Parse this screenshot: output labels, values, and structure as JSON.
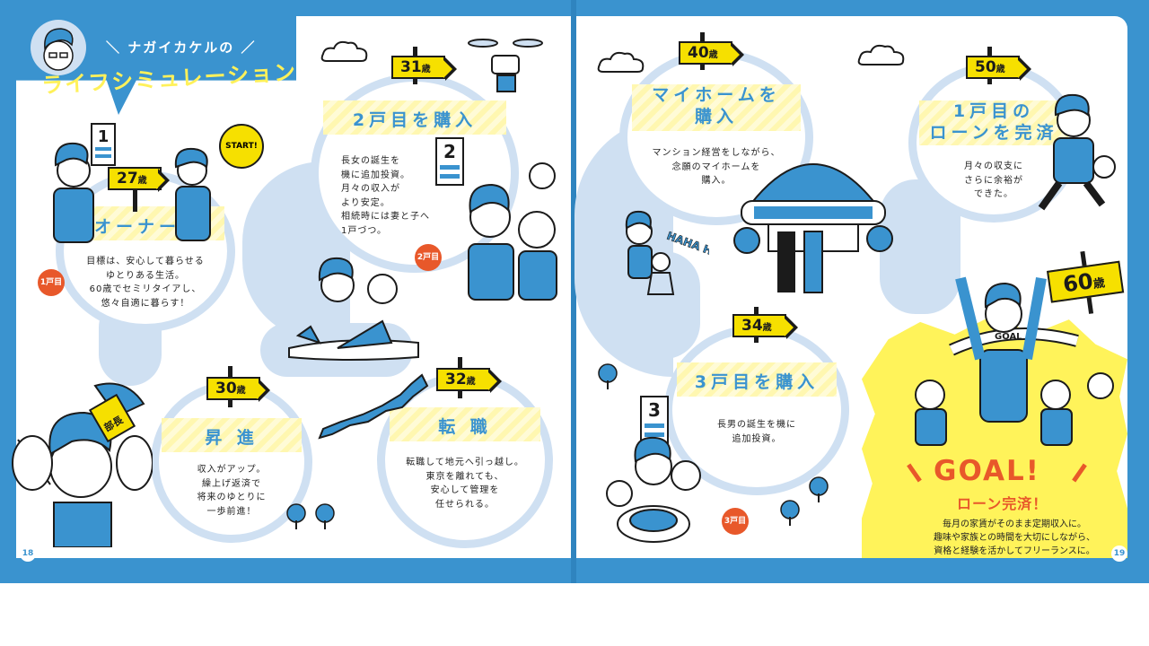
{
  "header": {
    "title_line1": "ナガイカケルの",
    "title_line2": "ライフシミュレーション"
  },
  "steps": [
    {
      "age": "27",
      "age_unit": "歳",
      "heading": "オーナーに",
      "text": [
        "目標は、安心して暮らせる",
        "ゆとりある生活。",
        "60歳でセミリタイアし、",
        "悠々自適に暮らす！"
      ],
      "badge": "1戸目"
    },
    {
      "age": "30",
      "age_unit": "歳",
      "heading": "昇 進",
      "text": [
        "収入がアップ。",
        "繰上げ返済で",
        "将来のゆとりに",
        "一歩前進！"
      ]
    },
    {
      "age": "31",
      "age_unit": "歳",
      "heading": "2戸目を購入",
      "text": [
        "長女の誕生を",
        "機に追加投資。",
        "月々の収入が",
        "より安定。",
        "相続時には妻と子へ",
        "1戸づつ。"
      ],
      "badge": "2戸目"
    },
    {
      "age": "32",
      "age_unit": "歳",
      "heading": "転 職",
      "text": [
        "転職して地元へ引っ越し。",
        "東京を離れても、",
        "安心して管理を",
        "任せられる。"
      ]
    },
    {
      "age": "34",
      "age_unit": "歳",
      "heading": "3戸目を購入",
      "text": [
        "長男の誕生を機に",
        "追加投資。"
      ],
      "badge": "3戸目"
    },
    {
      "age": "40",
      "age_unit": "歳",
      "heading_lines": [
        "マイホームを",
        "購入"
      ],
      "text": [
        "マンション経営をしながら、",
        "念願のマイホームを",
        "購入。"
      ]
    },
    {
      "age": "50",
      "age_unit": "歳",
      "heading_lines": [
        "1戸目の",
        "ローンを完済"
      ],
      "text": [
        "月々の収支に",
        "さらに余裕が",
        "できた。"
      ]
    }
  ],
  "goal": {
    "age": "60",
    "age_unit": "歳",
    "ribbon": "GOAL",
    "title": "GOAL!",
    "subtitle": "ローン完済！",
    "text": [
      "毎月の家賃がそのまま定期収入に。",
      "趣味や家族との時間を大切にしながら、",
      "資格と経験を活かしてフリーランスに。"
    ]
  },
  "labels": {
    "start": "START!",
    "sign_1": "1",
    "sign_2": "2",
    "sign_3": "3",
    "hat": "部長",
    "haha": "HAHA HA~"
  },
  "page_numbers": {
    "left": "18",
    "right": "19"
  },
  "colors": {
    "blue": "#3a93cf",
    "light_blue": "#cfe0f2",
    "yellow": "#f6e000",
    "orange": "#e8582a"
  }
}
